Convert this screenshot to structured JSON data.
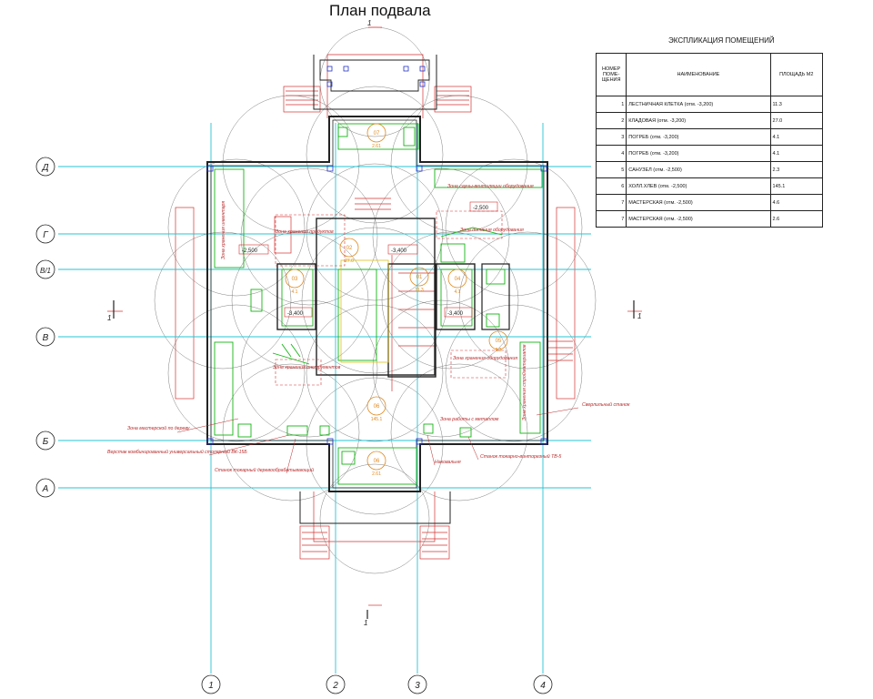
{
  "title": "План подвала",
  "explication": {
    "title": "ЭКСПЛИКАЦИЯ ПОМЕЩЕНИЙ",
    "headers": [
      "НОМЕР ПОМЕ-ЩЕНИЯ",
      "НАИМЕНОВАНИЕ",
      "ПЛОЩАДЬ М2"
    ],
    "rows": [
      {
        "num": "1",
        "name": "ЛЕСТНИЧНАЯ КЛЕТКА (отм. -3,200)",
        "area": "11.3"
      },
      {
        "num": "2",
        "name": "КЛАДОВАЯ (отм. -3,200)",
        "area": "27.0"
      },
      {
        "num": "3",
        "name": "ПОГРЕБ (отм. -3,200)",
        "area": "4.1"
      },
      {
        "num": "4",
        "name": "ПОГРЕБ (отм. -3,200)",
        "area": "4.1"
      },
      {
        "num": "5",
        "name": "САНУЗЕЛ (отм. -2,500)",
        "area": "2.3"
      },
      {
        "num": "6",
        "name": "ХОЛЛ.ХЛЕВ (отм. -2,500)",
        "area": "145.1"
      },
      {
        "num": "7",
        "name": "МАСТЕРСКАЯ (отм. -2,500)",
        "area": "4.6"
      },
      {
        "num": "7",
        "name": "МАСТЕРСКАЯ (отм. -2,500)",
        "area": "2.6"
      }
    ]
  },
  "axes_letter": [
    {
      "label": "Д"
    },
    {
      "label": "Г"
    },
    {
      "label": "В/1"
    },
    {
      "label": "В"
    },
    {
      "label": "Б"
    },
    {
      "label": "А"
    }
  ],
  "axes_number": [
    {
      "label": "1"
    },
    {
      "label": "2"
    },
    {
      "label": "3"
    },
    {
      "label": "4"
    }
  ],
  "section_marks": [
    "1",
    "1",
    "1",
    "1"
  ],
  "rooms": [
    {
      "num": "01",
      "area": "11.3"
    },
    {
      "num": "02",
      "area": "27.0"
    },
    {
      "num": "03",
      "area": "4.1"
    },
    {
      "num": "04",
      "area": "4.1"
    },
    {
      "num": "05",
      "area": "2.3"
    },
    {
      "num": "06",
      "area": "145.1"
    },
    {
      "num": "06",
      "area": "2.61"
    },
    {
      "num": "07",
      "area": "2.61"
    }
  ],
  "levels": [
    "-2,500",
    "-2,500",
    "-3,400",
    "-3,400",
    "-3,400"
  ],
  "annotations": [
    "Зона сауны-вентиляции оборудования",
    "Зона хранения продуктов",
    "Зона хранения инвентаря",
    "Зона питания оборудования",
    "Зона хранения инструментов",
    "Зона хранения оборудования",
    "Зона хранения стройматериалов",
    "Зона работы с металлом",
    "Зона мастерской по дереву",
    "Верстак комбинированный универсальный столярный ВК-15Б",
    "Станок токарный деревообрабатывающий",
    "Сверлильный станок",
    "Станок токарно-винторезный ТВ-5",
    "Наковальня"
  ],
  "colors": {
    "grid": "#27c4d6",
    "walls": "#222222",
    "fixtures": "#16b416",
    "red": "#d43232",
    "orange": "#e08a1e",
    "circles": "#555555",
    "blue": "#2432c8"
  }
}
